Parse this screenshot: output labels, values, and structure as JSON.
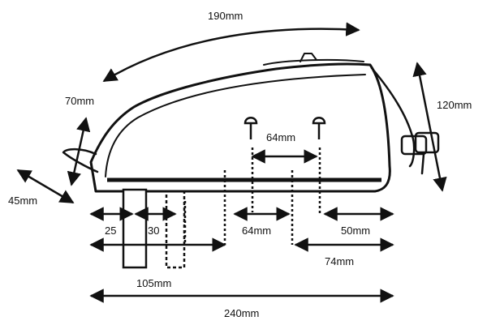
{
  "dimensions": {
    "length_top": "190mm",
    "height_front": "70mm",
    "height_rear": "120mm",
    "strap_angle": "45mm",
    "bolt_spacing": "64mm",
    "offset_a": "25",
    "offset_b": "30",
    "offset_c": "64mm",
    "offset_d": "50mm",
    "offset_e": "74mm",
    "offset_f": "105mm",
    "length_total": "240mm"
  },
  "colors": {
    "stroke": "#111111",
    "background": "#ffffff"
  }
}
